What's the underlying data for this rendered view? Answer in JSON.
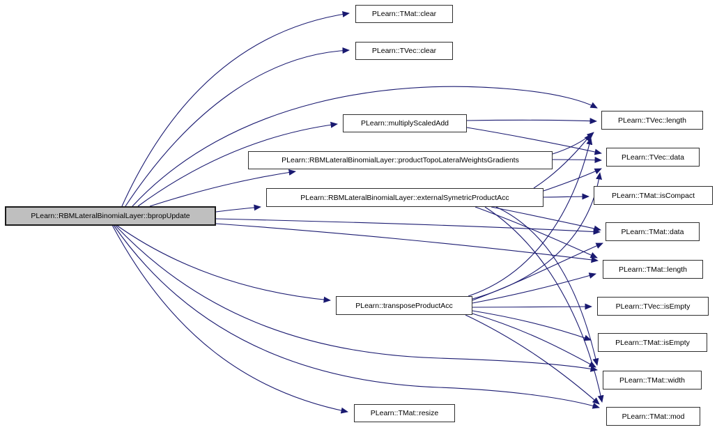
{
  "diagram": {
    "type": "call-graph",
    "background_color": "#ffffff",
    "edge_color": "#191970",
    "node_fill": "#ffffff",
    "node_border_color": "#2e2e2e",
    "focus_node_fill": "#bfbfbf",
    "nodes": {
      "bprop_update": {
        "label": "PLearn::RBMLateralBinomialLayer::bpropUpdate",
        "focus": true
      },
      "tmat_clear": {
        "label": "PLearn::TMat::clear"
      },
      "tvec_clear": {
        "label": "PLearn::TVec::clear"
      },
      "multiply_scaled_add": {
        "label": "PLearn::multiplyScaledAdd"
      },
      "product_topo": {
        "label": "PLearn::RBMLateralBinomialLayer::productTopoLateralWeightsGradients"
      },
      "external_symetric": {
        "label": "PLearn::RBMLateralBinomialLayer::externalSymetricProductAcc"
      },
      "transpose_product": {
        "label": "PLearn::transposeProductAcc"
      },
      "tmat_resize": {
        "label": "PLearn::TMat::resize"
      },
      "tvec_length": {
        "label": "PLearn::TVec::length"
      },
      "tvec_data": {
        "label": "PLearn::TVec::data"
      },
      "tmat_iscompact": {
        "label": "PLearn::TMat::isCompact"
      },
      "tmat_data": {
        "label": "PLearn::TMat::data"
      },
      "tmat_length": {
        "label": "PLearn::TMat::length"
      },
      "tvec_isempty": {
        "label": "PLearn::TVec::isEmpty"
      },
      "tmat_isempty": {
        "label": "PLearn::TMat::isEmpty"
      },
      "tmat_width": {
        "label": "PLearn::TMat::width"
      },
      "tmat_mod": {
        "label": "PLearn::TMat::mod"
      }
    },
    "edges": [
      {
        "from": "bprop_update",
        "to": "tmat_clear"
      },
      {
        "from": "bprop_update",
        "to": "tvec_clear"
      },
      {
        "from": "bprop_update",
        "to": "tvec_length"
      },
      {
        "from": "bprop_update",
        "to": "multiply_scaled_add"
      },
      {
        "from": "bprop_update",
        "to": "product_topo"
      },
      {
        "from": "bprop_update",
        "to": "external_symetric"
      },
      {
        "from": "bprop_update",
        "to": "tmat_data"
      },
      {
        "from": "bprop_update",
        "to": "tmat_length"
      },
      {
        "from": "bprop_update",
        "to": "transpose_product"
      },
      {
        "from": "bprop_update",
        "to": "tmat_width"
      },
      {
        "from": "bprop_update",
        "to": "tmat_mod"
      },
      {
        "from": "bprop_update",
        "to": "tmat_resize"
      },
      {
        "from": "multiply_scaled_add",
        "to": "tvec_length"
      },
      {
        "from": "multiply_scaled_add",
        "to": "tvec_data"
      },
      {
        "from": "product_topo",
        "to": "tvec_length"
      },
      {
        "from": "product_topo",
        "to": "tvec_data"
      },
      {
        "from": "external_symetric",
        "to": "tmat_iscompact"
      },
      {
        "from": "external_symetric",
        "to": "tvec_length"
      },
      {
        "from": "external_symetric",
        "to": "tvec_data"
      },
      {
        "from": "external_symetric",
        "to": "tmat_data"
      },
      {
        "from": "external_symetric",
        "to": "tmat_length"
      },
      {
        "from": "external_symetric",
        "to": "tmat_width"
      },
      {
        "from": "external_symetric",
        "to": "tmat_mod"
      },
      {
        "from": "transpose_product",
        "to": "tvec_length"
      },
      {
        "from": "transpose_product",
        "to": "tvec_data"
      },
      {
        "from": "transpose_product",
        "to": "tmat_data"
      },
      {
        "from": "transpose_product",
        "to": "tmat_length"
      },
      {
        "from": "transpose_product",
        "to": "tvec_isempty"
      },
      {
        "from": "transpose_product",
        "to": "tmat_isempty"
      },
      {
        "from": "transpose_product",
        "to": "tmat_width"
      },
      {
        "from": "transpose_product",
        "to": "tmat_mod"
      }
    ]
  }
}
